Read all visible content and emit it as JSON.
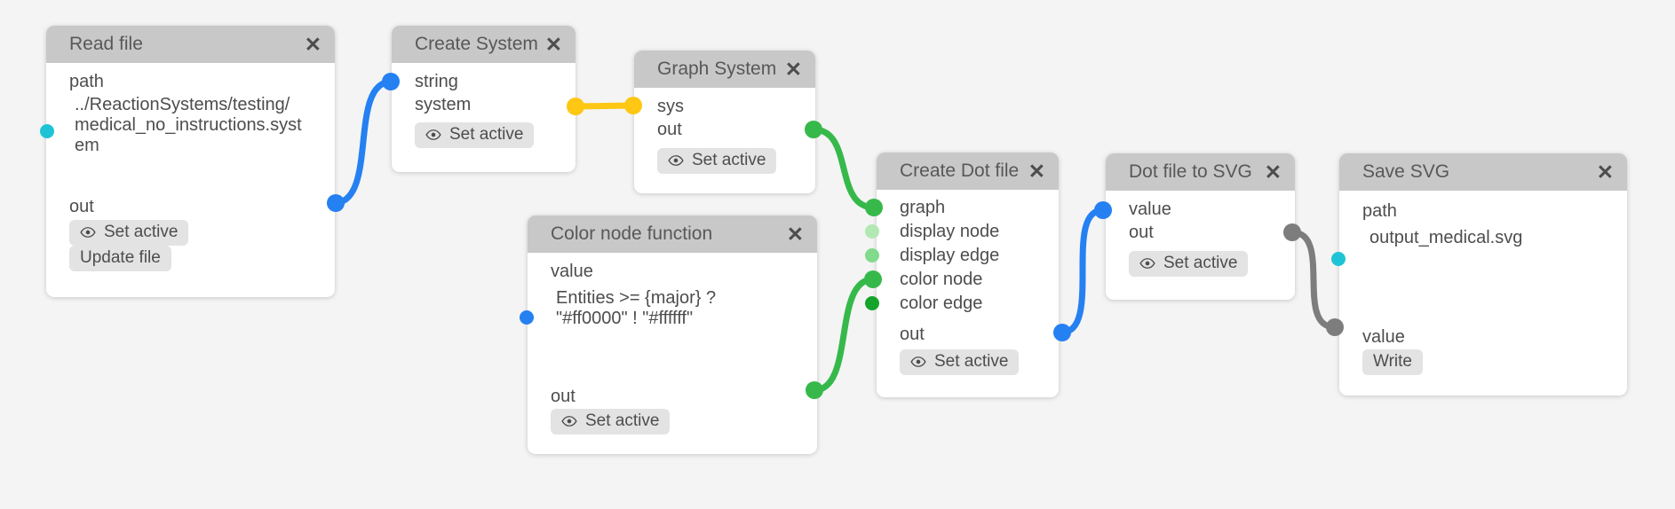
{
  "icons": {
    "close": "✕",
    "eye": "eye-icon"
  },
  "colors": {
    "wire_blue": "#2580f2",
    "wire_yellow": "#fdc713",
    "wire_green": "#36b94a",
    "wire_gray": "#7d7d7d",
    "port_cyan": "#1ec4d6",
    "port_blue": "#2580f2",
    "port_pale_green": "#b2e8b2",
    "port_light_green": "#82da8c",
    "port_dark_green": "#14a32b",
    "header_gray": "#c8c8c8"
  },
  "nodes": {
    "read_file": {
      "title": "Read file",
      "path_label": "path",
      "path_value": "../ReactionSystems/testing/medical_no_instructions.system",
      "out_label": "out",
      "set_active_label": "Set active",
      "update_file_label": "Update file"
    },
    "create_system": {
      "title": "Create System",
      "string_label": "string",
      "system_label": "system",
      "set_active_label": "Set active"
    },
    "graph_system": {
      "title": "Graph System",
      "sys_label": "sys",
      "out_label": "out",
      "set_active_label": "Set active"
    },
    "color_node_function": {
      "title": "Color node function",
      "value_label": "value",
      "value_text": "Entities >= {major} ? \"#ff0000\" ! \"#ffffff\"",
      "out_label": "out",
      "set_active_label": "Set active"
    },
    "create_dot_file": {
      "title": "Create Dot file",
      "inputs": [
        "graph",
        "display node",
        "display edge",
        "color node",
        "color edge"
      ],
      "out_label": "out",
      "set_active_label": "Set active"
    },
    "dot_file_to_svg": {
      "title": "Dot file to SVG",
      "value_label": "value",
      "out_label": "out",
      "set_active_label": "Set active"
    },
    "save_svg": {
      "title": "Save SVG",
      "path_label": "path",
      "path_value": "output_medical.svg",
      "value_label": "value",
      "write_label": "Write"
    }
  },
  "connections": [
    {
      "from": "Read file.out",
      "to": "Create System.string",
      "color": "blue"
    },
    {
      "from": "Create System.system",
      "to": "Graph System.sys",
      "color": "yellow"
    },
    {
      "from": "Graph System.out",
      "to": "Create Dot file.graph",
      "color": "green"
    },
    {
      "from": "Color node function.out",
      "to": "Create Dot file.color node",
      "color": "green"
    },
    {
      "from": "Create Dot file.out",
      "to": "Dot file to SVG.value",
      "color": "blue"
    },
    {
      "from": "Dot file to SVG.out",
      "to": "Save SVG.value",
      "color": "gray"
    }
  ]
}
